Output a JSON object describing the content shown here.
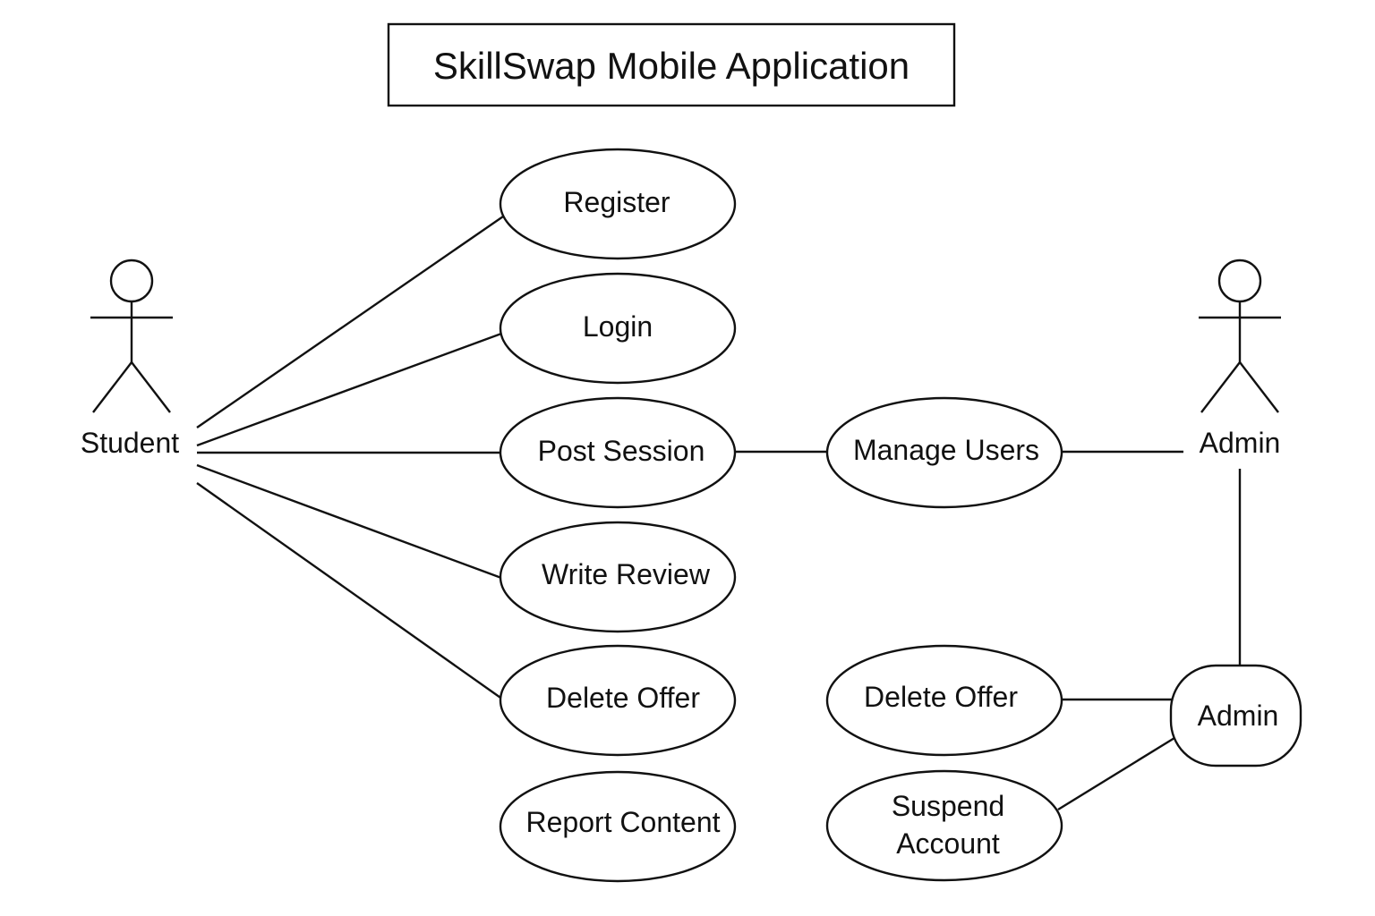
{
  "title": "SkillSwap Mobile Application",
  "actors": {
    "student": "Student",
    "admin": "Admin"
  },
  "use_cases": {
    "register": "Register",
    "login": "Login",
    "post_session": "Post Session",
    "write_review": "Write Review",
    "delete_offer": "Delete Offer",
    "report_content": "Report Content",
    "manage_users": "Manage Users",
    "admin_delete_offer": "Delete Offer",
    "suspend_account_line1": "Suspend",
    "suspend_account_line2": "Account"
  },
  "admin_node": "Admin"
}
